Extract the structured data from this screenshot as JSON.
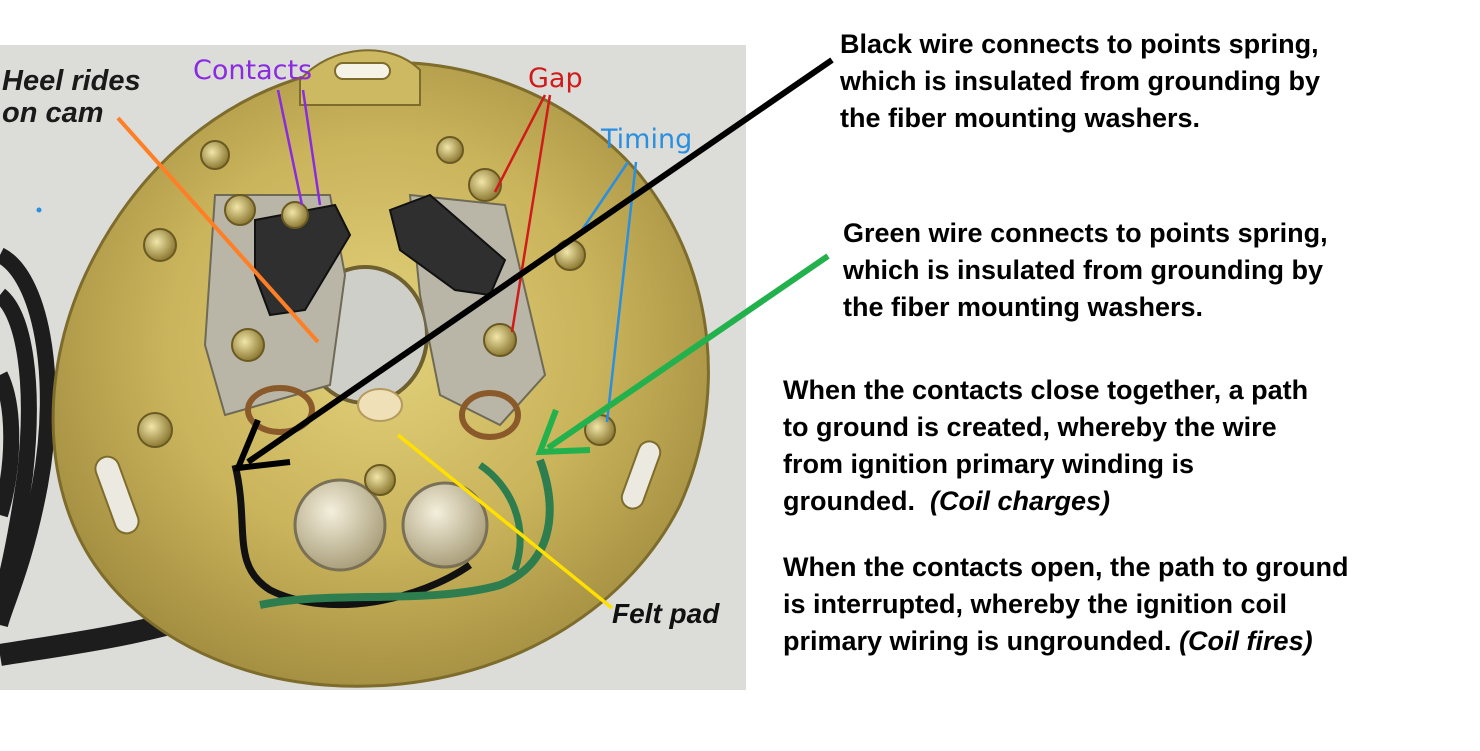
{
  "labels": {
    "heel_line1": "Heel rides",
    "heel_line2": "on cam",
    "contacts": "Contacts",
    "gap": "Gap",
    "timing": "Timing",
    "felt_pad": "Felt pad"
  },
  "notes": {
    "black_wire": [
      "Black wire connects to points spring,",
      "which is insulated from grounding by",
      "the fiber mounting washers."
    ],
    "green_wire": [
      "Green wire connects to points spring,",
      "which is insulated from grounding by",
      "the fiber mounting washers."
    ],
    "contacts_close": {
      "lines": [
        "When the contacts close together, a path",
        "to ground is created, whereby the wire",
        "from ignition primary winding is",
        "grounded."
      ],
      "emphasis": "(Coil charges)"
    },
    "contacts_open": {
      "lines": [
        "When the contacts open, the path to ground",
        "is interrupted, whereby the ignition coil",
        "primary wiring is ungrounded."
      ],
      "emphasis": "(Coil fires)"
    }
  },
  "colors": {
    "heel_arrow": "#ff7f27",
    "contacts": "#8a2be2",
    "gap": "#d11b1b",
    "timing": "#2a8fe0",
    "felt_arrow": "#ffe000",
    "black_arrow": "#000000",
    "green_arrow": "#22b14c",
    "plate": "#c7b25a"
  }
}
